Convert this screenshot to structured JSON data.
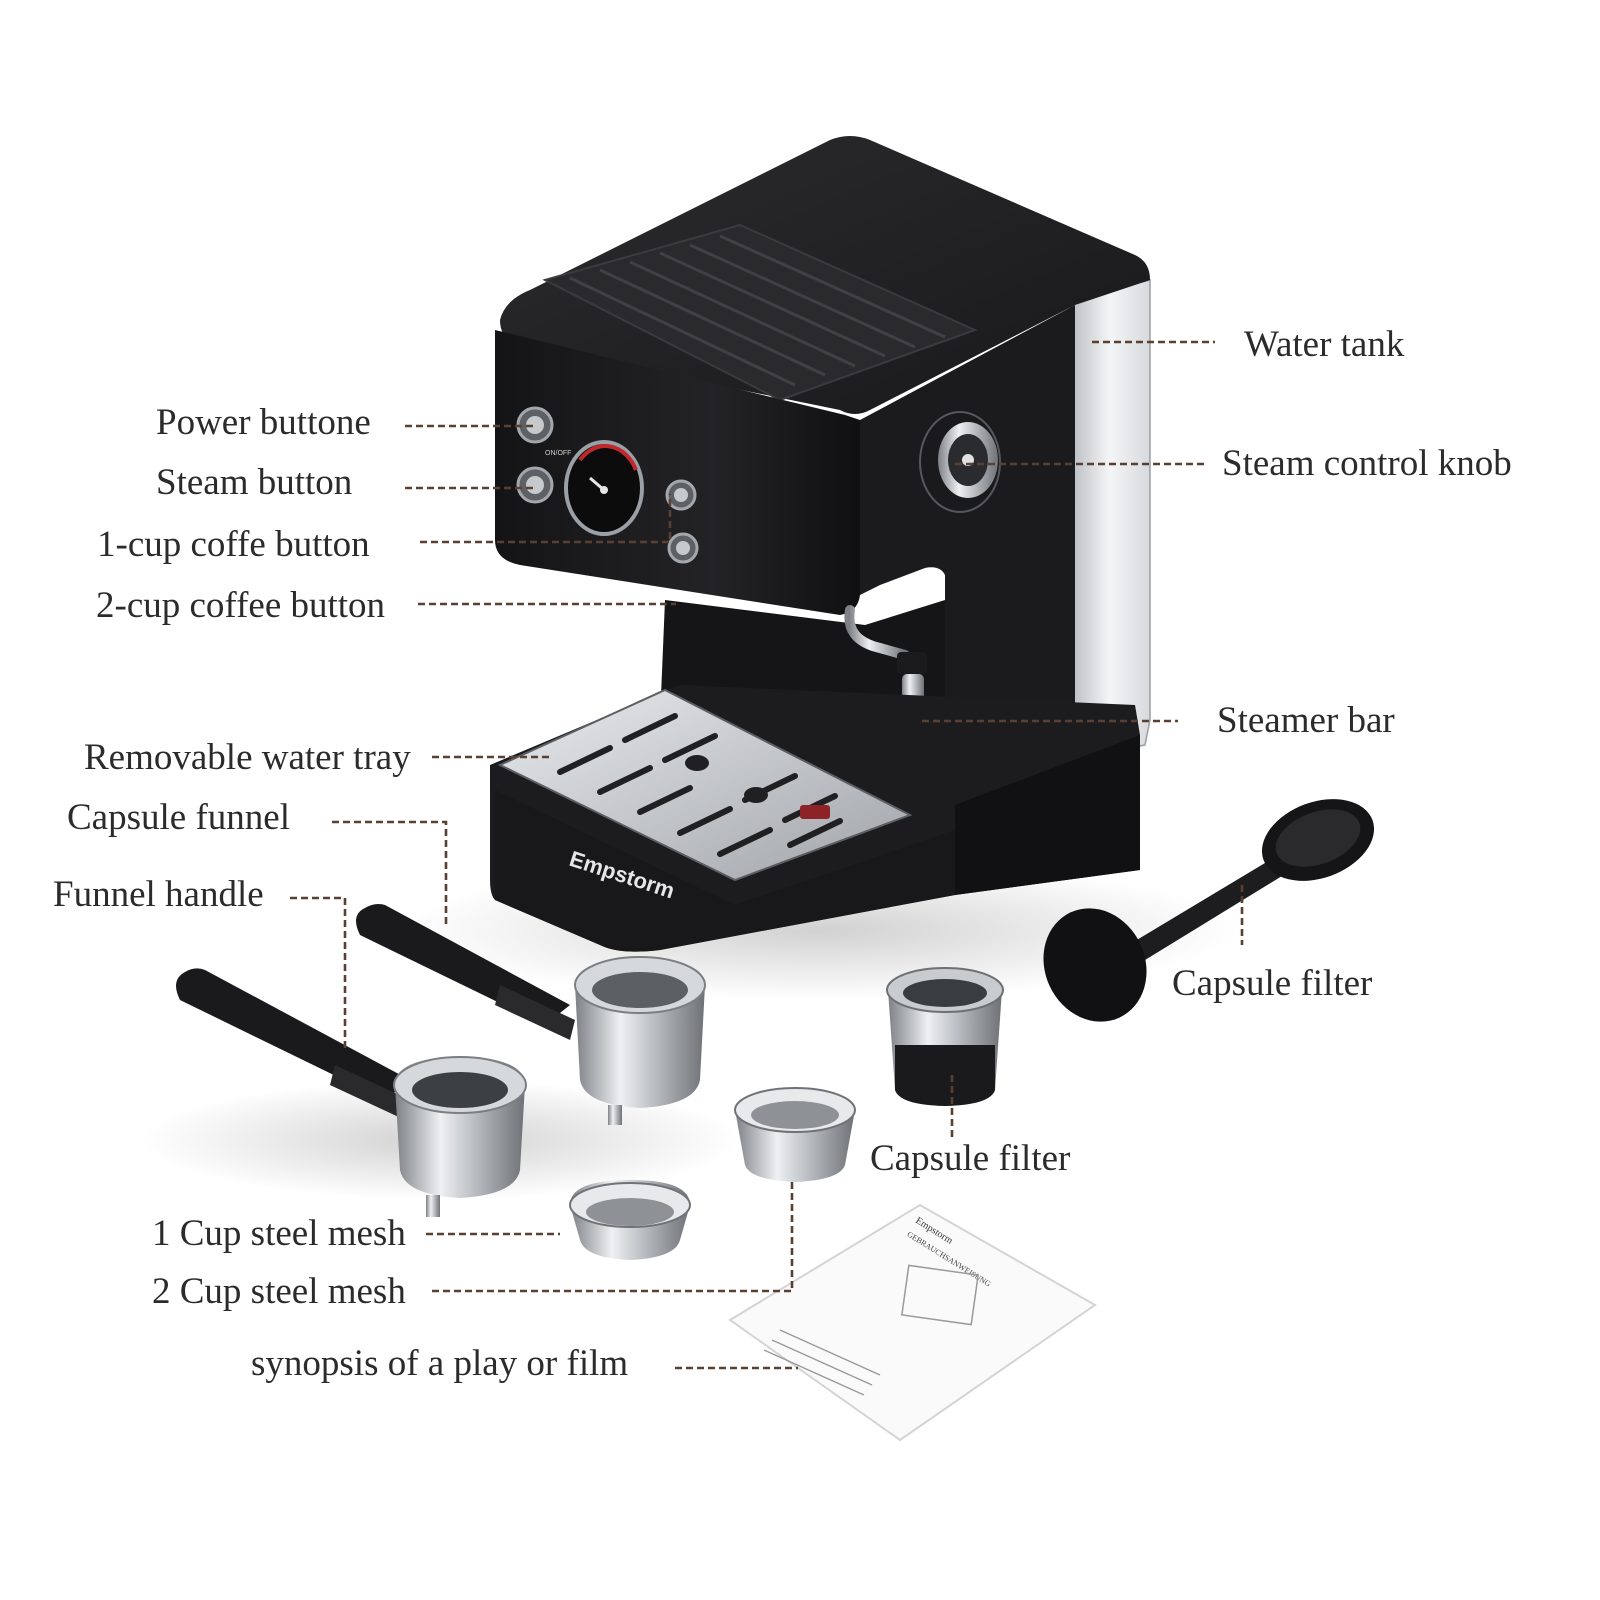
{
  "labels": {
    "power_button": "Power buttone",
    "steam_button": "Steam button",
    "one_cup_button": "1-cup coffe button",
    "two_cup_button": "2-cup coffee button",
    "water_tray": "Removable water tray",
    "capsule_funnel": "Capsule funnel",
    "funnel_handle": "Funnel handle",
    "one_cup_mesh": "1 Cup steel mesh",
    "two_cup_mesh": "2 Cup steel mesh",
    "synopsis": "synopsis of a play or film",
    "water_tank": "Water tank",
    "steam_knob": "Steam control knob",
    "steamer_bar": "Steamer bar",
    "capsule_filter_tamper": "Capsule filter",
    "capsule_filter_cup": "Capsule filter"
  },
  "product": {
    "brand": "Empstorm",
    "panel_on_off": "ON/OFF"
  },
  "manual": {
    "brand": "Empstorm",
    "title": "GEBRAUCHSANWEISUNG"
  },
  "colors": {
    "body": "#1e1e20",
    "steel": "#c9ccd0",
    "leader": "#5a4033",
    "text": "#2b2b2b"
  }
}
